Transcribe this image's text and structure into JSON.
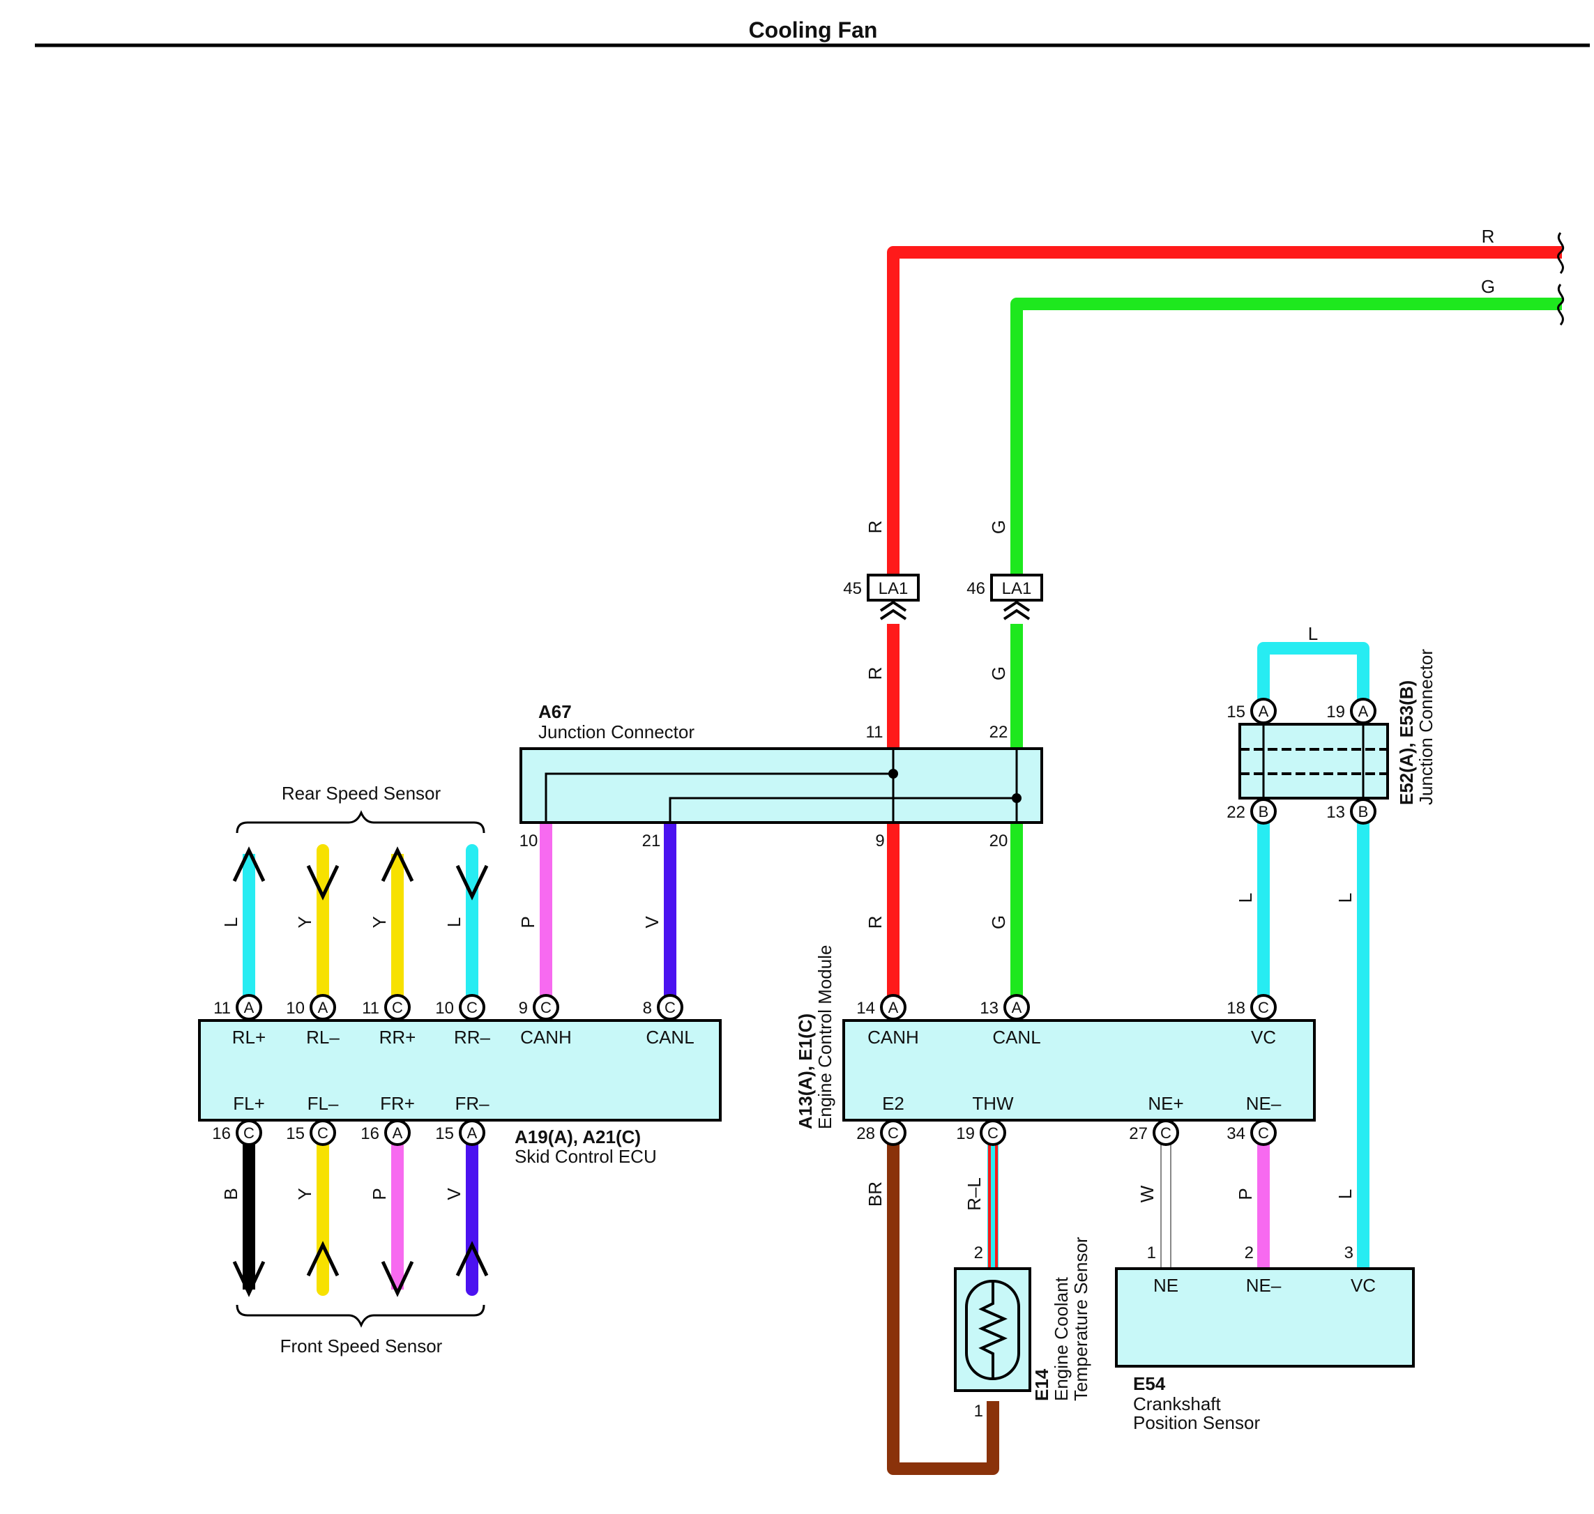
{
  "title": "Cooling Fan",
  "colors": {
    "R": "#ff1a1a",
    "G": "#1ee81e",
    "L": "#27ecf2",
    "Y": "#f7e100",
    "P": "#f76af0",
    "V": "#4b12f0",
    "B": "#000000",
    "BR": "#8a320a",
    "W": "#ffffff",
    "box": "#c8f8f8"
  },
  "top_wires": {
    "r_label": "R",
    "g_label": "G"
  },
  "la1_r": {
    "pin": "45",
    "code": "LA1",
    "wire_above": "R",
    "wire_below": "R"
  },
  "la1_g": {
    "pin": "46",
    "code": "LA1",
    "wire_above": "G",
    "wire_below": "G"
  },
  "a67": {
    "id": "A67",
    "name": "Junction Connector",
    "pins": {
      "p11": "11",
      "p22": "22",
      "p10": "10",
      "p21": "21",
      "p9": "9",
      "p20": "20"
    }
  },
  "rear_speed_sensor": "Rear Speed Sensor",
  "front_speed_sensor": "Front Speed Sensor",
  "skid_ecu": {
    "id": "A19(A), A21(C)",
    "name": "Skid Control ECU",
    "top_pins": [
      {
        "num": "11",
        "conn": "A",
        "term": "RL+",
        "wire": "L"
      },
      {
        "num": "10",
        "conn": "A",
        "term": "RL–",
        "wire": "Y"
      },
      {
        "num": "11",
        "conn": "C",
        "term": "RR+",
        "wire": "Y"
      },
      {
        "num": "10",
        "conn": "C",
        "term": "RR–",
        "wire": "L"
      },
      {
        "num": "9",
        "conn": "C",
        "term": "CANH",
        "wire": "P"
      },
      {
        "num": "8",
        "conn": "C",
        "term": "CANL",
        "wire": "V"
      }
    ],
    "bottom_pins": [
      {
        "num": "16",
        "conn": "C",
        "term": "FL+",
        "wire": "B"
      },
      {
        "num": "15",
        "conn": "C",
        "term": "FL–",
        "wire": "Y"
      },
      {
        "num": "16",
        "conn": "A",
        "term": "FR+",
        "wire": "P"
      },
      {
        "num": "15",
        "conn": "A",
        "term": "FR–",
        "wire": "V"
      }
    ]
  },
  "ecm": {
    "id": "A13(A), E1(C)",
    "name": "Engine Control Module",
    "top_pins": [
      {
        "num": "14",
        "conn": "A",
        "term": "CANH",
        "wire": "R"
      },
      {
        "num": "13",
        "conn": "A",
        "term": "CANL",
        "wire": "G"
      },
      {
        "num": "18",
        "conn": "C",
        "term": "VC",
        "wire": "L"
      }
    ],
    "bottom_pins": [
      {
        "num": "28",
        "conn": "C",
        "term": "E2",
        "wire": "BR"
      },
      {
        "num": "19",
        "conn": "C",
        "term": "THW",
        "wire": "R–L"
      },
      {
        "num": "27",
        "conn": "C",
        "term": "NE+",
        "wire": "W"
      },
      {
        "num": "34",
        "conn": "C",
        "term": "NE–",
        "wire": "P"
      }
    ]
  },
  "e52": {
    "id": "E52(A), E53(B)",
    "name": "Junction Connector",
    "loop_wire": "L",
    "top_pins": [
      {
        "num": "15",
        "conn": "A"
      },
      {
        "num": "19",
        "conn": "A"
      }
    ],
    "bottom_pins": [
      {
        "num": "22",
        "conn": "B",
        "wire": "L"
      },
      {
        "num": "13",
        "conn": "B",
        "wire": "L"
      }
    ]
  },
  "e14": {
    "id": "E14",
    "name_line1": "Engine Coolant",
    "name_line2": "Temperature Sensor",
    "pin_top": "2",
    "pin_bottom": "1"
  },
  "e54": {
    "id": "E54",
    "name_line1": "Crankshaft",
    "name_line2": "Position Sensor",
    "pins": [
      {
        "num": "1",
        "term": "NE"
      },
      {
        "num": "2",
        "term": "NE–"
      },
      {
        "num": "3",
        "term": "VC",
        "wire": "L"
      }
    ]
  }
}
